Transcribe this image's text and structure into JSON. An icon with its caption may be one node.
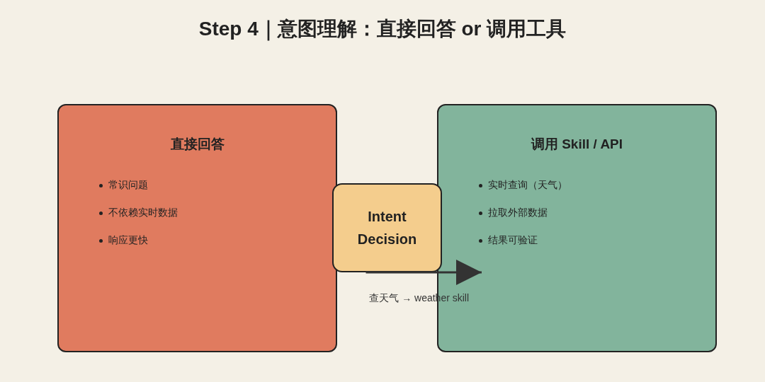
{
  "diagram": {
    "title": "Step 4｜意图理解：直接回答 or 调用工具",
    "nodes": [
      {
        "text": [
          "直接回答",
          "常识问题",
          "不依赖实时数据",
          "响应更快"
        ]
      },
      {
        "text": [
          "Intent Decision"
        ]
      },
      {
        "text": [
          "调用 Skill / API",
          "实时查询（天气）",
          "拉取外部数据",
          "结果可验证"
        ]
      }
    ],
    "edges": [
      {
        "from": 1,
        "to": 2,
        "arrow": "to",
        "label": "查天气 → weather skill"
      }
    ]
  }
}
